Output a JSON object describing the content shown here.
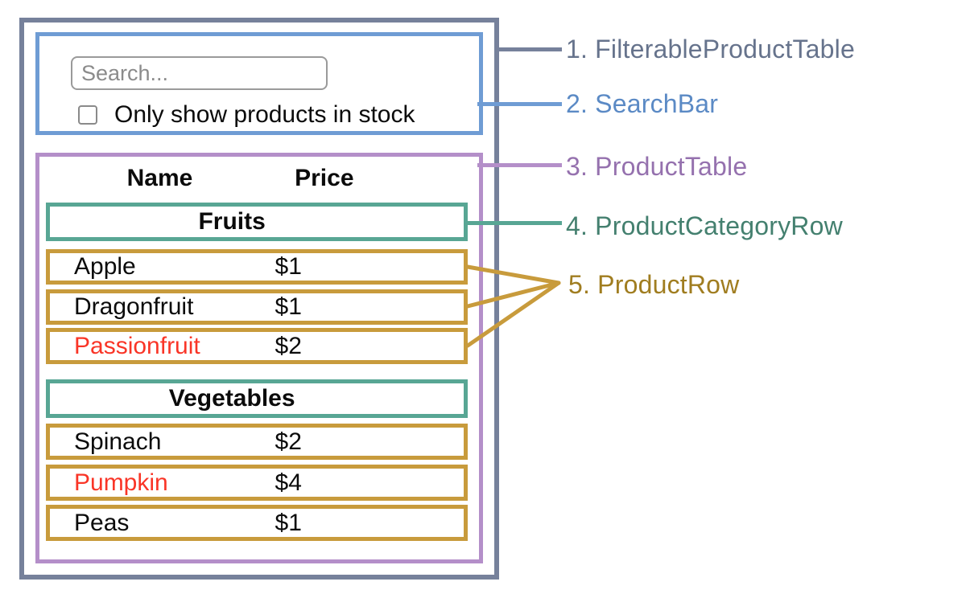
{
  "colors": {
    "slate": "#76819B",
    "blue": "#6F9CD4",
    "purple": "#B48FC9",
    "teal": "#58A694",
    "gold": "#C89B3C",
    "red": "#F93527",
    "slate_text": "#66738C",
    "blue_text": "#5B8AC5",
    "purple_text": "#9571AE",
    "teal_text": "#44806F",
    "gold_text": "#A07D20"
  },
  "search_bar": {
    "placeholder": "Search...",
    "checkbox_label": "Only show products in stock",
    "checkbox_checked": false
  },
  "table": {
    "name_header": "Name",
    "price_header": "Price",
    "sections": [
      {
        "category": "Fruits",
        "products": [
          {
            "name": "Apple",
            "price": "$1",
            "in_stock": true
          },
          {
            "name": "Dragonfruit",
            "price": "$1",
            "in_stock": true
          },
          {
            "name": "Passionfruit",
            "price": "$2",
            "in_stock": false
          }
        ]
      },
      {
        "category": "Vegetables",
        "products": [
          {
            "name": "Spinach",
            "price": "$2",
            "in_stock": true
          },
          {
            "name": "Pumpkin",
            "price": "$4",
            "in_stock": false
          },
          {
            "name": "Peas",
            "price": "$1",
            "in_stock": true
          }
        ]
      }
    ]
  },
  "annotations": [
    {
      "label": "1. FilterableProductTable"
    },
    {
      "label": "2. SearchBar"
    },
    {
      "label": "3. ProductTable"
    },
    {
      "label": "4. ProductCategoryRow"
    },
    {
      "label": "5. ProductRow"
    }
  ]
}
